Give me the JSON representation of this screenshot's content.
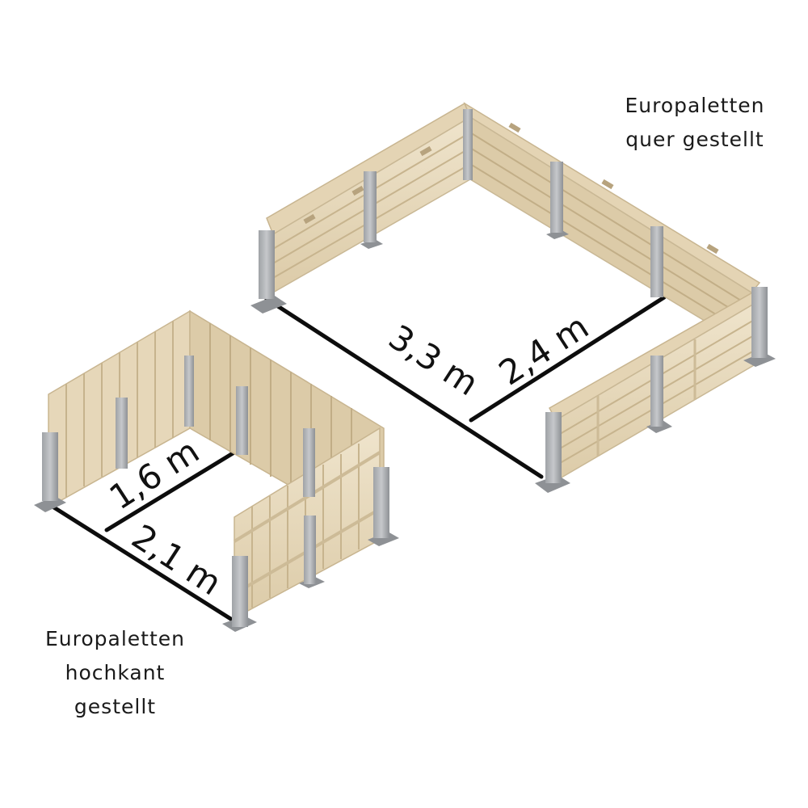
{
  "captions": {
    "quer": [
      "Europaletten",
      "quer gestellt"
    ],
    "hochkant": [
      "Europaletten",
      "hochkant",
      "gestellt"
    ]
  },
  "dimensions": {
    "quer_length": "3,3 m",
    "quer_width": "2,4 m",
    "hochkant_length": "2,1 m",
    "hochkant_width": "1,6 m"
  },
  "colors": {
    "wood": "#e9dcc2",
    "wood_shade": "#d3c29f",
    "wood_dark": "#bba987",
    "post": "#b4b6b9",
    "post_shade": "#8e9195",
    "line": "#0d0d0d"
  }
}
